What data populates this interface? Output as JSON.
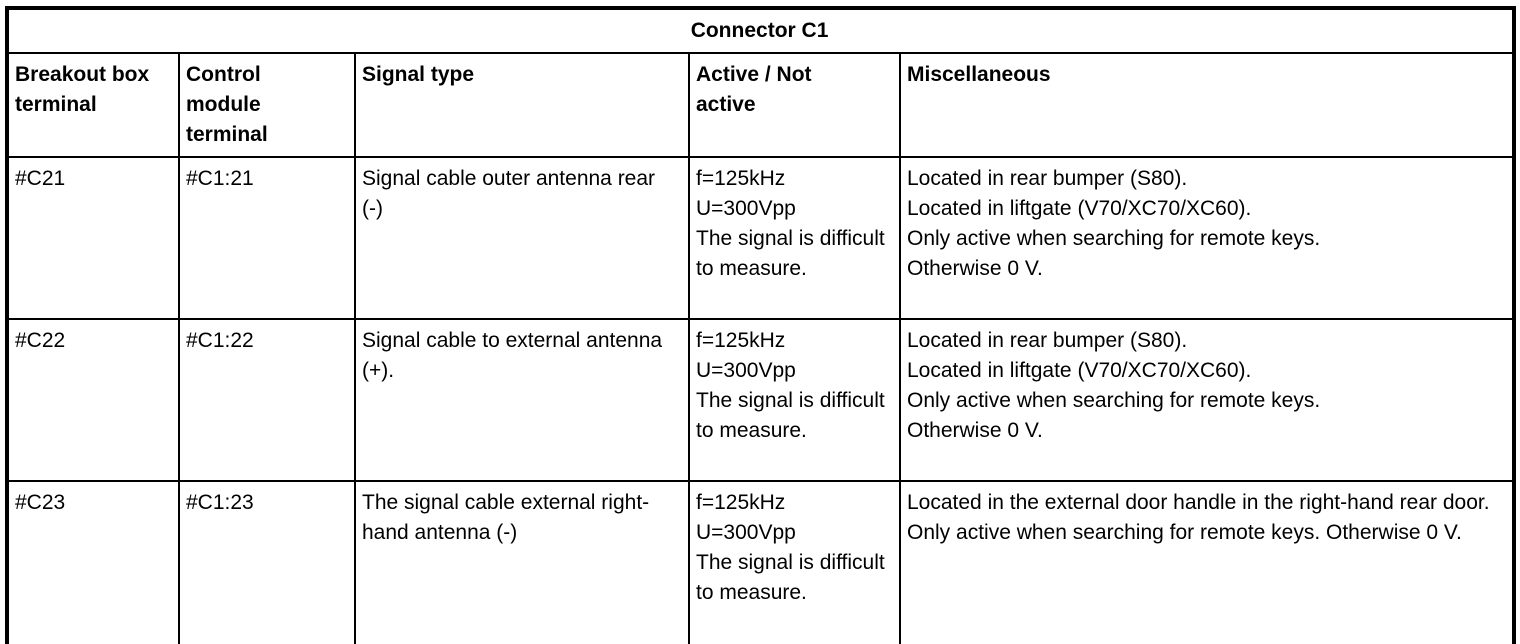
{
  "table": {
    "title": "Connector C1",
    "columns": [
      [
        "Breakout box",
        "terminal"
      ],
      [
        "Control",
        "module",
        "terminal"
      ],
      [
        "Signal type"
      ],
      [
        "Active / Not",
        "active"
      ],
      [
        "Miscellaneous"
      ]
    ],
    "rows": [
      {
        "breakout_terminal": "#C21",
        "module_terminal": "#C1:21",
        "signal_type": "Signal cable outer antenna rear (-)",
        "active": [
          "f=125kHz",
          "U=300Vpp",
          "The signal is difficult to measure."
        ],
        "miscellaneous": [
          "Located in rear bumper (S80).",
          "Located in liftgate (V70/XC70/XC60).",
          "Only active when searching for remote keys.",
          "Otherwise 0 V."
        ]
      },
      {
        "breakout_terminal": "#C22",
        "module_terminal": "#C1:22",
        "signal_type": "Signal cable to external antenna (+).",
        "active": [
          "f=125kHz",
          "U=300Vpp",
          "The signal is difficult to measure."
        ],
        "miscellaneous": [
          "Located in rear bumper (S80).",
          "Located in liftgate (V70/XC70/XC60).",
          "Only active when searching for remote keys.",
          "Otherwise 0 V."
        ]
      },
      {
        "breakout_terminal": "#C23",
        "module_terminal": "#C1:23",
        "signal_type": "The signal cable external right-hand antenna (-)",
        "active": [
          "f=125kHz",
          "U=300Vpp",
          "The signal is difficult to measure."
        ],
        "miscellaneous": [
          "Located in the external door handle in the right-hand rear door. Only active when searching for remote keys. Otherwise 0 V."
        ]
      }
    ]
  }
}
